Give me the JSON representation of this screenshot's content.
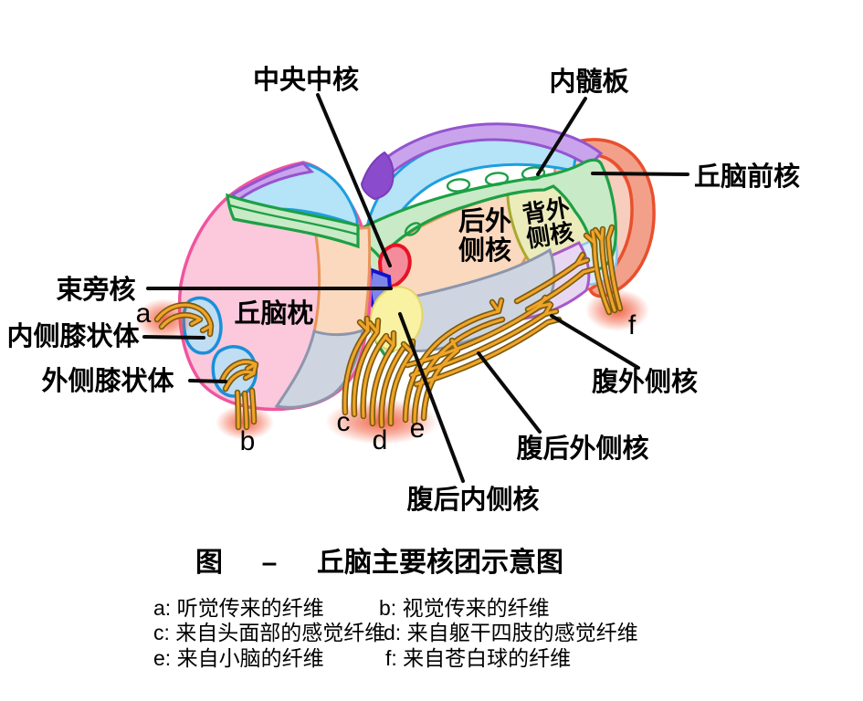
{
  "title": {
    "fig": "图",
    "dash": "–",
    "main": "丘脑主要核团示意图"
  },
  "nuclei": {
    "central_median": "中央中核",
    "internal_medullary_lamina": "内髓板",
    "anterior": "丘脑前核",
    "lateral_posterior_l1": "后外",
    "lateral_posterior_l2": "侧核",
    "dorsal_lateral_l1": "背外",
    "dorsal_lateral_l2": "侧核",
    "parafascicular": "束旁核",
    "pulvinar": "丘脑枕",
    "medial_geniculate": "内侧膝状体",
    "lateral_geniculate": "外侧膝状体",
    "ventral_lateral": "腹外侧核",
    "ventral_posterolateral": "腹后外侧核",
    "ventral_posteromedial": "腹后内侧核"
  },
  "markers": {
    "a": "a",
    "b": "b",
    "c": "c",
    "d": "d",
    "e": "e",
    "f": "f"
  },
  "legend": {
    "a": "a: 听觉传来的纤维",
    "b": "b: 视觉传来的纤维",
    "c": "c: 来自头面部的感觉纤维",
    "d": "d: 来自躯干四肢的感觉纤维",
    "e": "e: 来自小脑的纤维",
    "f": "f: 来自苍白球的纤维"
  },
  "colors": {
    "pulvinar_pink": "#FBC8DC",
    "pink_border": "#F0549E",
    "peach": "#FAD9BE",
    "peach_border": "#E8945A",
    "gray": "#CED4E0",
    "gray_border": "#8C96AC",
    "cyan_band": "#B5E3F8",
    "cyan_border": "#1C9FE0",
    "purple_cap": "#C9A4EC",
    "purple_border": "#9455D0",
    "lamina_green": "#C9EAC6",
    "green_border": "#1CA045",
    "dorsal_lateral_yellowgreen": "#EBEBBC",
    "olive_border": "#A9A92E",
    "ventral_lateral_lavender": "#E8D7F2",
    "lavender_border": "#A858C8",
    "anterior_salmon": "#F2A08A",
    "salmon_border": "#E8502E",
    "central_median_red": "#E81226",
    "parafascicular_blue": "#1212CC",
    "vpm_yellow": "#F8F2A2",
    "geniculate_blue": "#BFDDF3",
    "fiber_gold": "#F0A428",
    "fiber_outline": "#7A5A10",
    "glow_red": "#F04828"
  }
}
